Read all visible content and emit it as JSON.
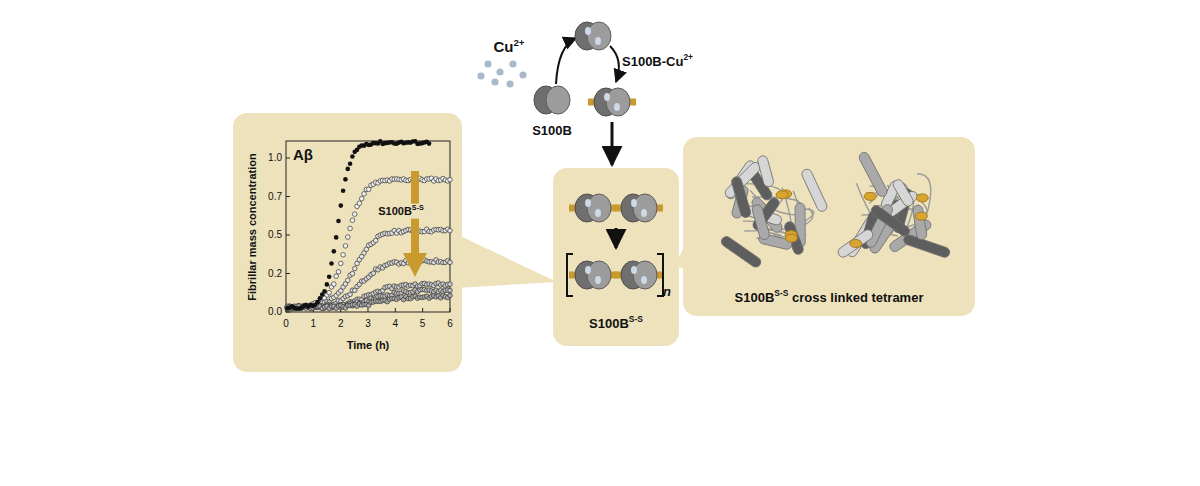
{
  "diagram": {
    "nodes": [
      {
        "text": [
          "Aβ",
          "1.0",
          "0.7",
          "0.5",
          "0.2",
          "0.0",
          "Fibrillar mass concentration",
          "0",
          "1",
          "2",
          "3",
          "4",
          "5",
          "6",
          "Time (h)",
          "S100BS-S"
        ]
      },
      {
        "text": [
          "n",
          "S100BS-S"
        ]
      },
      {
        "text": [
          "S100BS-S cross linked tetramer"
        ]
      }
    ],
    "edges": [
      {
        "from": 0,
        "to": 1,
        "arrow": "none"
      },
      {
        "from": 2,
        "to": 1,
        "arrow": "none"
      }
    ],
    "labels": [
      "Cu2+",
      "S100B-Cu2+",
      "S100B"
    ]
  }
}
